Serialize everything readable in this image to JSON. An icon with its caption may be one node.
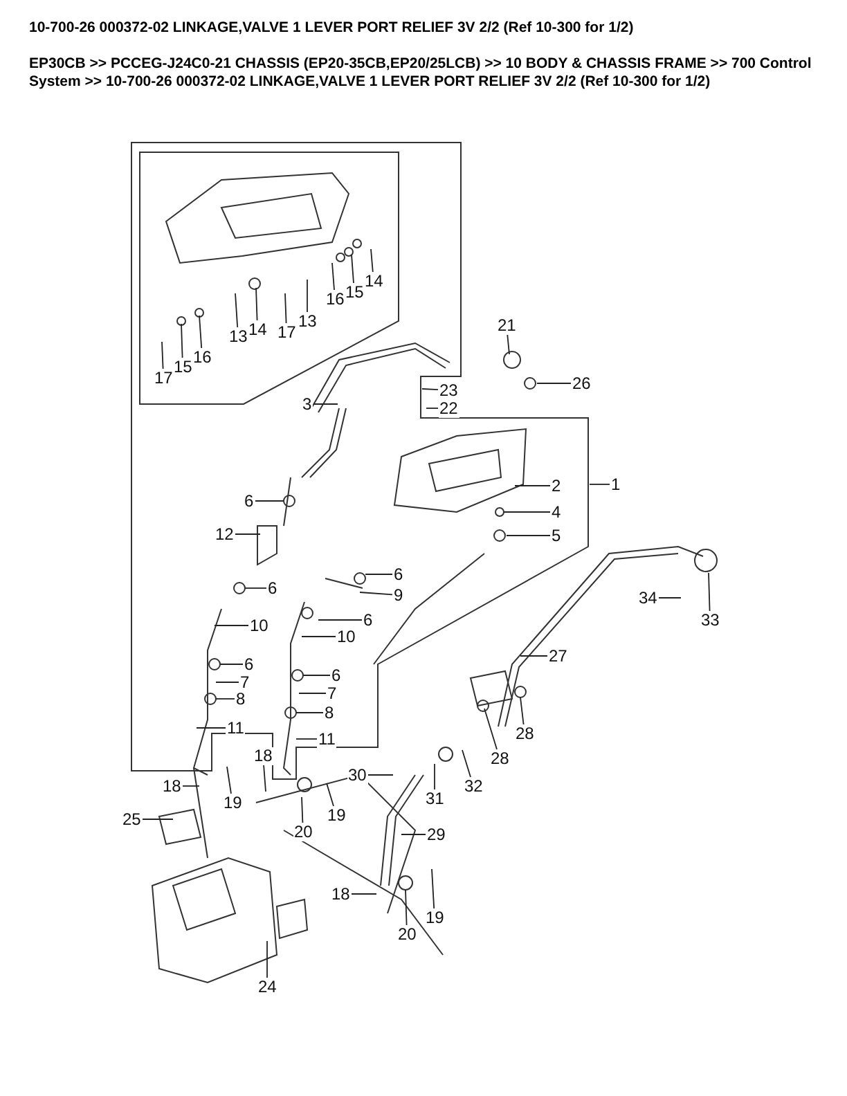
{
  "diagram": {
    "title": "10-700-26 000372-02 LINKAGE,VALVE 1 LEVER PORT RELIEF 3V 2/2 (Ref 10-300 for 1/2)",
    "labels": [
      "EP30CB >> PCCEG-J24C0-21 CHASSIS (EP20-35CB,EP20/25LCB) >> 10 BODY & CHASSIS FRAME >> 700 Control System >> 10-700-26 000372-02 LINKAGE,VALVE 1 LEVER PORT RELIEF 3V 2/2 (Ref 10-300 for 1/2)"
    ],
    "nodes": [
      {
        "text": [
          "14"
        ]
      },
      {
        "text": [
          "15"
        ]
      },
      {
        "text": [
          "16"
        ]
      },
      {
        "text": [
          "13"
        ]
      },
      {
        "text": [
          "14"
        ]
      },
      {
        "text": [
          "17"
        ]
      },
      {
        "text": [
          "13"
        ]
      },
      {
        "text": [
          "17"
        ]
      },
      {
        "text": [
          "15"
        ]
      },
      {
        "text": [
          "16"
        ]
      },
      {
        "text": [
          "21"
        ]
      },
      {
        "text": [
          "26"
        ]
      },
      {
        "text": [
          "23"
        ]
      },
      {
        "text": [
          "22"
        ]
      },
      {
        "text": [
          "3"
        ]
      },
      {
        "text": [
          "2"
        ]
      },
      {
        "text": [
          "1"
        ]
      },
      {
        "text": [
          "4"
        ]
      },
      {
        "text": [
          "5"
        ]
      },
      {
        "text": [
          "6"
        ]
      },
      {
        "text": [
          "12"
        ]
      },
      {
        "text": [
          "6"
        ]
      },
      {
        "text": [
          "9"
        ]
      },
      {
        "text": [
          "6"
        ]
      },
      {
        "text": [
          "6"
        ]
      },
      {
        "text": [
          "10"
        ]
      },
      {
        "text": [
          "10"
        ]
      },
      {
        "text": [
          "6"
        ]
      },
      {
        "text": [
          "6"
        ]
      },
      {
        "text": [
          "7"
        ]
      },
      {
        "text": [
          "7"
        ]
      },
      {
        "text": [
          "8"
        ]
      },
      {
        "text": [
          "8"
        ]
      },
      {
        "text": [
          "11"
        ]
      },
      {
        "text": [
          "11"
        ]
      },
      {
        "text": [
          "34"
        ]
      },
      {
        "text": [
          "33"
        ]
      },
      {
        "text": [
          "27"
        ]
      },
      {
        "text": [
          "28"
        ]
      },
      {
        "text": [
          "28"
        ]
      },
      {
        "text": [
          "18"
        ]
      },
      {
        "text": [
          "19"
        ]
      },
      {
        "text": [
          "18"
        ]
      },
      {
        "text": [
          "19"
        ]
      },
      {
        "text": [
          "20"
        ]
      },
      {
        "text": [
          "30"
        ]
      },
      {
        "text": [
          "31"
        ]
      },
      {
        "text": [
          "32"
        ]
      },
      {
        "text": [
          "25"
        ]
      },
      {
        "text": [
          "29"
        ]
      },
      {
        "text": [
          "18"
        ]
      },
      {
        "text": [
          "20"
        ]
      },
      {
        "text": [
          "19"
        ]
      },
      {
        "text": [
          "24"
        ]
      }
    ],
    "edges": [
      {
        "from": 0,
        "to": null,
        "arrow": "none"
      },
      {
        "from": 1,
        "to": null,
        "arrow": "none"
      },
      {
        "from": 2,
        "to": null,
        "arrow": "none"
      },
      {
        "from": 3,
        "to": null,
        "arrow": "none"
      },
      {
        "from": 4,
        "to": null,
        "arrow": "none"
      },
      {
        "from": 5,
        "to": null,
        "arrow": "none"
      },
      {
        "from": 6,
        "to": null,
        "arrow": "none"
      },
      {
        "from": 7,
        "to": null,
        "arrow": "none"
      },
      {
        "from": 8,
        "to": null,
        "arrow": "none"
      },
      {
        "from": 9,
        "to": null,
        "arrow": "none"
      },
      {
        "from": 10,
        "to": null,
        "arrow": "none"
      },
      {
        "from": 11,
        "to": null,
        "arrow": "none"
      },
      {
        "from": 12,
        "to": null,
        "arrow": "none"
      },
      {
        "from": 13,
        "to": null,
        "arrow": "none"
      },
      {
        "from": 14,
        "to": null,
        "arrow": "none"
      },
      {
        "from": 15,
        "to": null,
        "arrow": "none"
      },
      {
        "from": 16,
        "to": null,
        "arrow": "none"
      },
      {
        "from": 17,
        "to": null,
        "arrow": "none"
      },
      {
        "from": 18,
        "to": null,
        "arrow": "none"
      },
      {
        "from": 19,
        "to": null,
        "arrow": "none"
      },
      {
        "from": 20,
        "to": null,
        "arrow": "none"
      },
      {
        "from": 21,
        "to": null,
        "arrow": "none"
      },
      {
        "from": 22,
        "to": null,
        "arrow": "none"
      },
      {
        "from": 23,
        "to": null,
        "arrow": "none"
      },
      {
        "from": 24,
        "to": null,
        "arrow": "none"
      },
      {
        "from": 25,
        "to": null,
        "arrow": "none"
      },
      {
        "from": 26,
        "to": null,
        "arrow": "none"
      },
      {
        "from": 27,
        "to": null,
        "arrow": "none"
      },
      {
        "from": 28,
        "to": null,
        "arrow": "none"
      },
      {
        "from": 29,
        "to": null,
        "arrow": "none"
      },
      {
        "from": 30,
        "to": null,
        "arrow": "none"
      },
      {
        "from": 31,
        "to": null,
        "arrow": "none"
      },
      {
        "from": 32,
        "to": null,
        "arrow": "none"
      },
      {
        "from": 33,
        "to": null,
        "arrow": "none"
      },
      {
        "from": 34,
        "to": null,
        "arrow": "none"
      },
      {
        "from": 35,
        "to": null,
        "arrow": "none"
      },
      {
        "from": 36,
        "to": null,
        "arrow": "none"
      },
      {
        "from": 37,
        "to": null,
        "arrow": "none"
      },
      {
        "from": 38,
        "to": null,
        "arrow": "none"
      },
      {
        "from": 39,
        "to": null,
        "arrow": "none"
      },
      {
        "from": 40,
        "to": null,
        "arrow": "none"
      },
      {
        "from": 41,
        "to": null,
        "arrow": "none"
      },
      {
        "from": 42,
        "to": null,
        "arrow": "none"
      },
      {
        "from": 43,
        "to": null,
        "arrow": "none"
      },
      {
        "from": 44,
        "to": null,
        "arrow": "none"
      },
      {
        "from": 45,
        "to": null,
        "arrow": "none"
      },
      {
        "from": 46,
        "to": null,
        "arrow": "none"
      },
      {
        "from": 47,
        "to": null,
        "arrow": "none"
      },
      {
        "from": 48,
        "to": null,
        "arrow": "none"
      },
      {
        "from": 49,
        "to": null,
        "arrow": "none"
      },
      {
        "from": 50,
        "to": null,
        "arrow": "none"
      },
      {
        "from": 51,
        "to": null,
        "arrow": "none"
      },
      {
        "from": 52,
        "to": null,
        "arrow": "none"
      },
      {
        "from": 53,
        "to": null,
        "arrow": "none"
      }
    ]
  }
}
